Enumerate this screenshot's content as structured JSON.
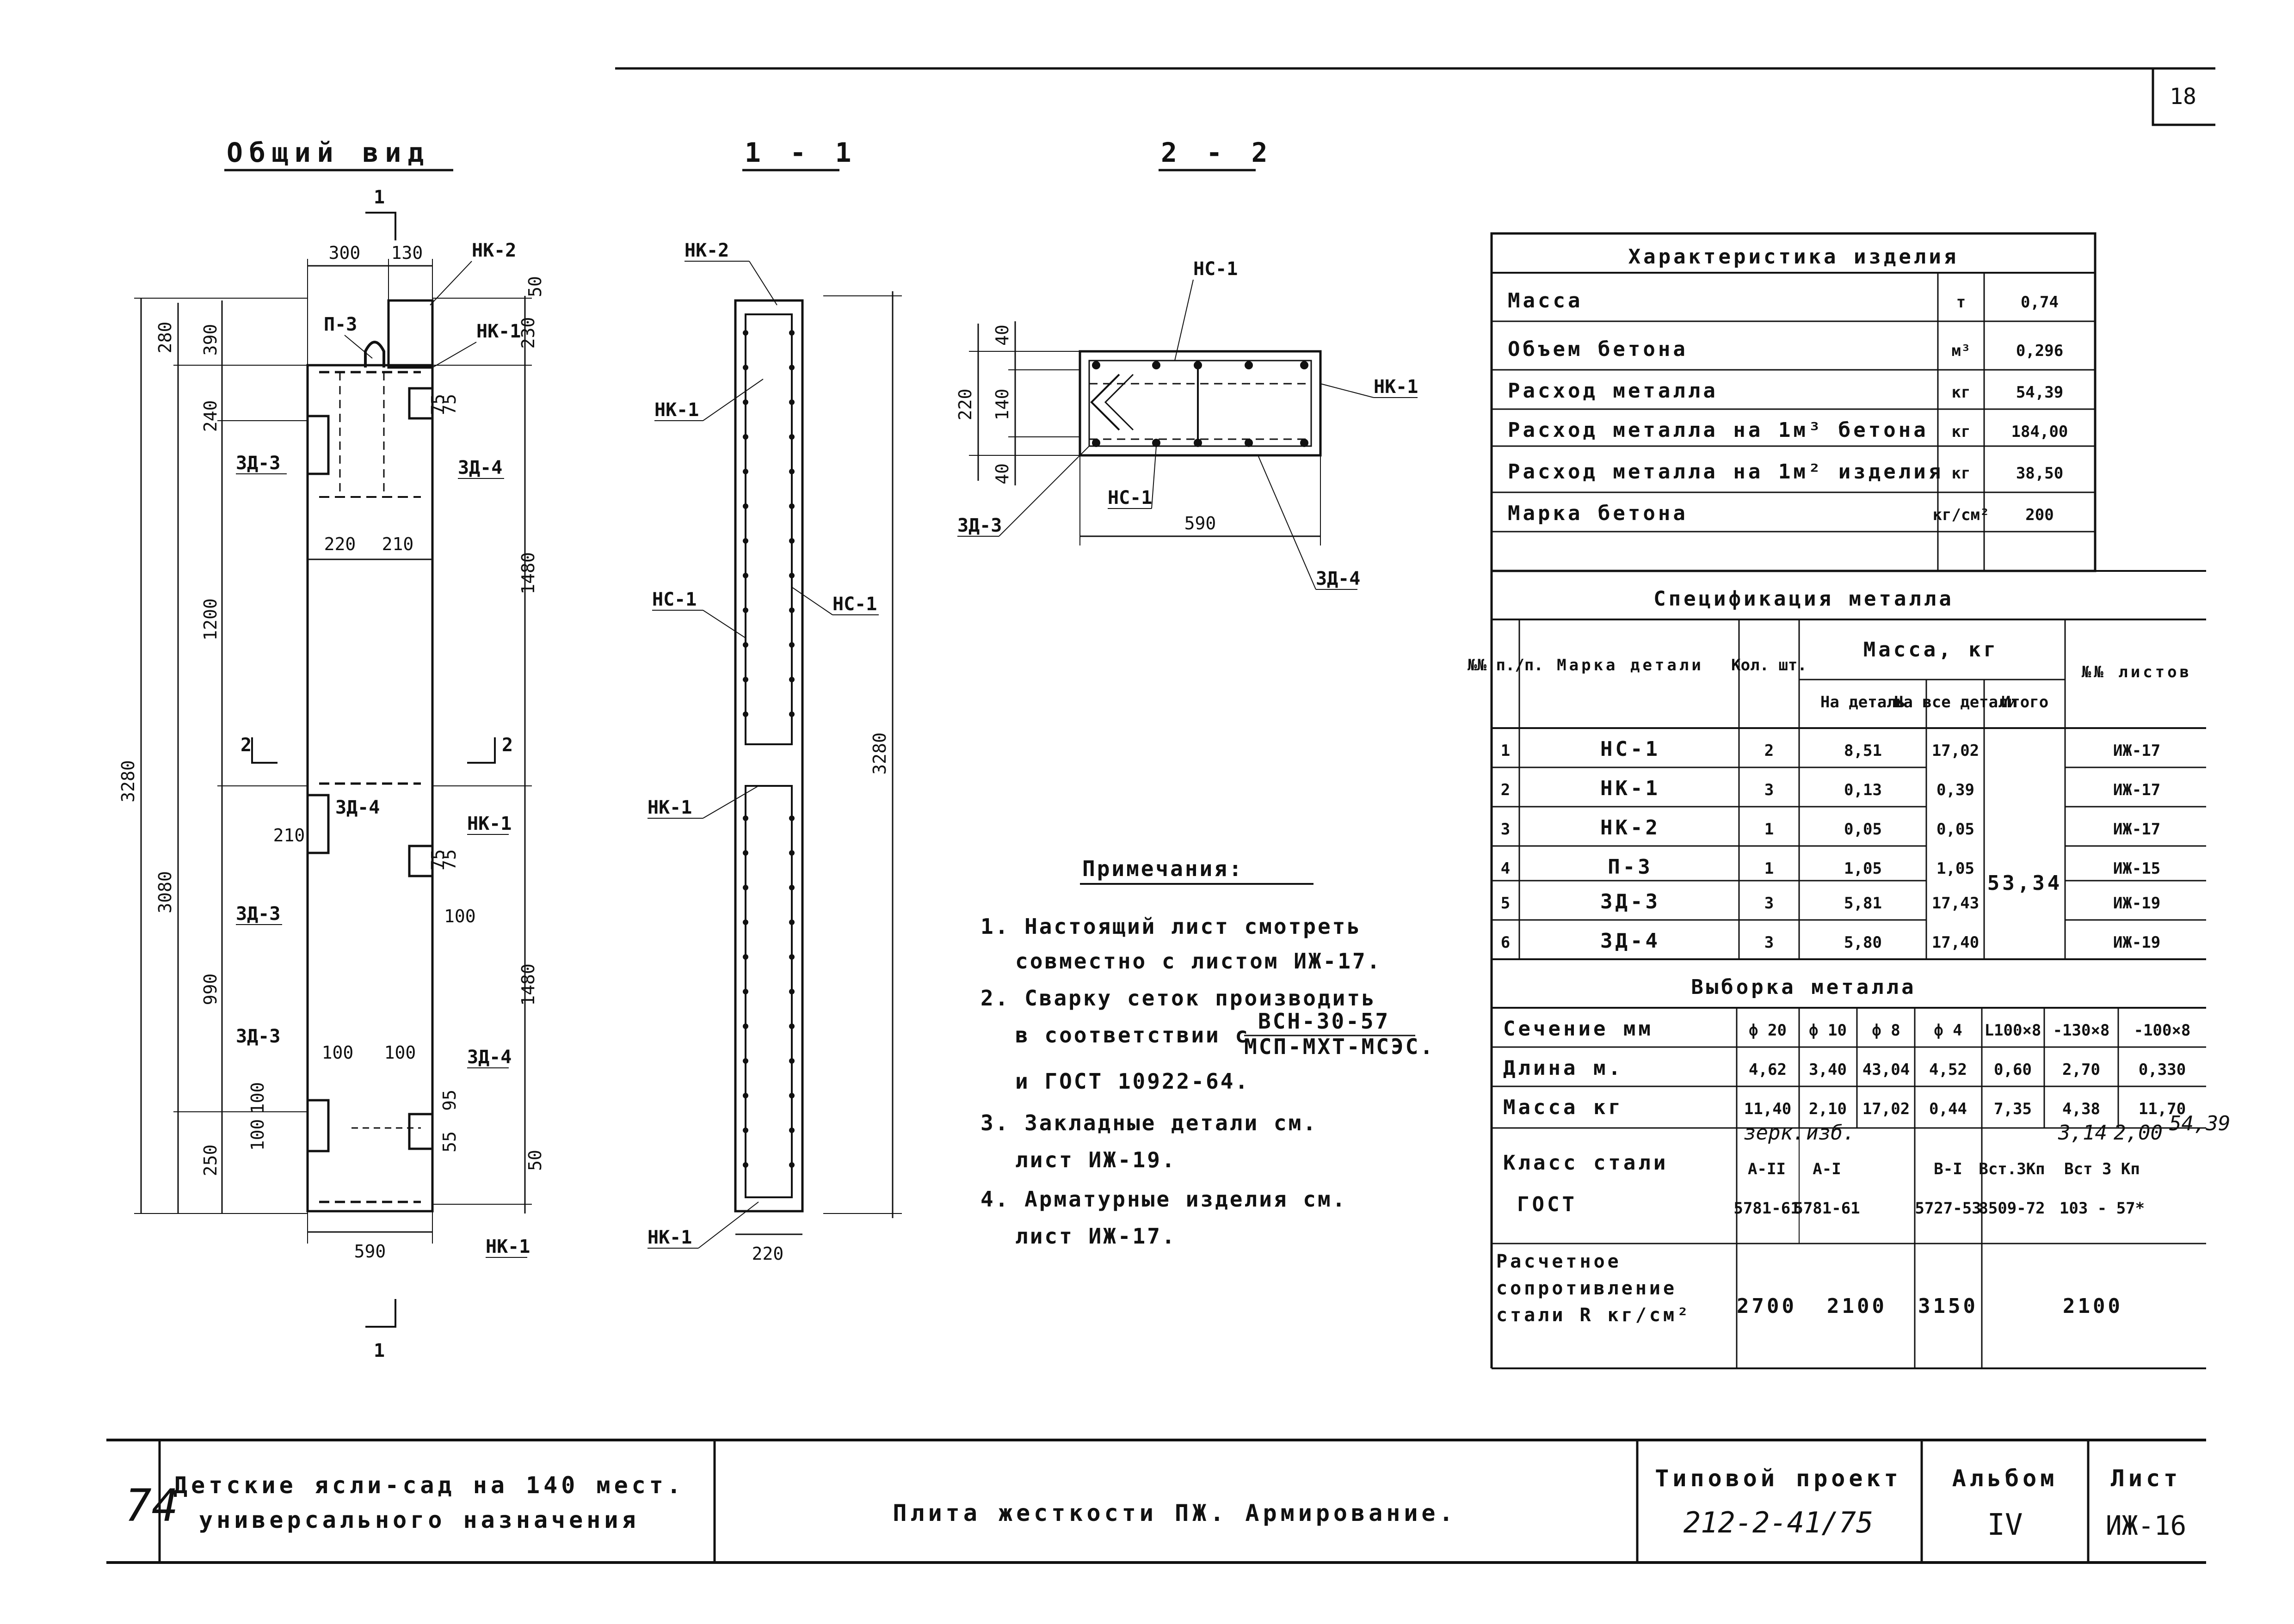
{
  "sheet_number": "18",
  "views": {
    "general_title": "Общий вид",
    "section_1_title": "1 - 1",
    "section_2_title": "2 - 2",
    "cut_mark": "1",
    "cut_mark_2": "2"
  },
  "general_view": {
    "dims_top": [
      "300",
      "130"
    ],
    "dims_left": [
      "280",
      "390",
      "240",
      "1200",
      "990",
      "250",
      "100",
      "100"
    ],
    "dims_right": [
      "50",
      "230",
      "75",
      "75",
      "75",
      "75",
      "100",
      "95",
      "55",
      "50"
    ],
    "dims_inner": [
      "220",
      "210",
      "210",
      "100",
      "100"
    ],
    "dims_tall": [
      "3280",
      "3080",
      "1480",
      "1480"
    ],
    "dim_bottom": "590",
    "labels": [
      "П-3",
      "НК-2",
      "НК-1",
      "ЗД-3",
      "ЗД-4",
      "ЗД-4",
      "НК-1",
      "ЗД-3",
      "ЗД-3",
      "ЗД-4",
      "НК-1"
    ]
  },
  "section_1": {
    "labels": [
      "НК-2",
      "НК-1",
      "НС-1",
      "НС-1",
      "НК-1",
      "НК-1"
    ],
    "dim_height": "3280",
    "dim_bottom": "220"
  },
  "section_2": {
    "labels": [
      "НС-1",
      "НК-1",
      "НС-1",
      "ЗД-3",
      "ЗД-4"
    ],
    "dims": [
      "40",
      "140",
      "220",
      "40"
    ],
    "dim_width": "590"
  },
  "characteristics": {
    "title": "Характеристика изделия",
    "rows": [
      {
        "name": "Масса",
        "unit": "т",
        "value": "0,74"
      },
      {
        "name": "Объем бетона",
        "unit": "м³",
        "value": "0,296"
      },
      {
        "name": "Расход металла",
        "unit": "кг",
        "value": "54,39"
      },
      {
        "name": "Расход металла на 1м³ бетона",
        "unit": "кг",
        "value": "184,00"
      },
      {
        "name": "Расход металла на 1м² изделия",
        "unit": "кг",
        "value": "38,50"
      },
      {
        "name": "Марка бетона",
        "unit": "кг/см²",
        "value": "200"
      }
    ]
  },
  "specification": {
    "title": "Спецификация металла",
    "headers": {
      "num": "№№ п./п.",
      "mark": "Марка детали",
      "qty": "Кол. шт.",
      "mass": "Масса, кг",
      "per_part": "На деталь",
      "all_parts": "На все детали",
      "total": "Итого",
      "sheets": "№№ листов"
    },
    "rows": [
      {
        "n": "1",
        "mark": "НС-1",
        "qty": "2",
        "per": "8,51",
        "all": "17,02",
        "sheet": "ИЖ-17"
      },
      {
        "n": "2",
        "mark": "НК-1",
        "qty": "3",
        "per": "0,13",
        "all": "0,39",
        "sheet": "ИЖ-17"
      },
      {
        "n": "3",
        "mark": "НК-2",
        "qty": "1",
        "per": "0,05",
        "all": "0,05",
        "sheet": "ИЖ-17"
      },
      {
        "n": "4",
        "mark": "П-3",
        "qty": "1",
        "per": "1,05",
        "all": "1,05",
        "sheet": "ИЖ-15"
      },
      {
        "n": "5",
        "mark": "ЗД-3",
        "qty": "3",
        "per": "5,81",
        "all": "17,43",
        "sheet": "ИЖ-19"
      },
      {
        "n": "6",
        "mark": "ЗД-4",
        "qty": "3",
        "per": "5,80",
        "all": "17,40",
        "sheet": "ИЖ-19"
      }
    ],
    "total": "53,34"
  },
  "sampling": {
    "title": "Выборка металла",
    "section_label": "Сечение мм",
    "length_label": "Длина м.",
    "mass_label": "Масса кг",
    "sections": [
      "ф 20",
      "ф 10",
      "ф 8",
      "ф 4",
      "L100×8",
      "-130×8",
      "-100×8"
    ],
    "lengths": [
      "4,62",
      "3,40",
      "43,04",
      "4,52",
      "0,60",
      "2,70",
      "0,330"
    ],
    "masses": [
      "11,40",
      "2,10",
      "17,02",
      "0,44",
      "7,35",
      "4,38",
      "11,70"
    ],
    "steel_class_label": "Класс стали",
    "gost_label": "ГОСТ",
    "steel_classes": [
      "А-II",
      "А-I",
      "В-I",
      "Вст.3Кп",
      "Вст 3 Кп"
    ],
    "gosts": [
      "5781-61",
      "5781-61",
      "5727-53",
      "8509-72",
      "103 - 57*"
    ],
    "resistance_label": "Расчетное сопротивление стали R кг/см²",
    "resistances": [
      "2700",
      "2100",
      "3150",
      "2100"
    ],
    "handwritten_total": "54,39",
    "handwritten_notes": [
      "зерк.",
      "изб.",
      "3,14",
      "2,00"
    ]
  },
  "notes": {
    "title": "Примечания:",
    "lines": [
      "1. Настоящий лист смотреть",
      "совместно с листом ИЖ-17.",
      "2. Сварку сеток производить",
      "в соответствии с",
      "ВСН-30-57",
      "МСП-МХТ-МСЭС.",
      "и ГОСТ 10922-64.",
      "3. Закладные детали см.",
      "лист ИЖ-19.",
      "4. Арматурные изделия см.",
      "лист ИЖ-17."
    ]
  },
  "title_block": {
    "page_num": "74",
    "project_line1": "Детские ясли-сад на 140 мест.",
    "project_line2": "универсального назначения",
    "drawing_name": "Плита жесткости ПЖ. Армирование.",
    "typical_project_label": "Типовой проект",
    "typical_project_number": "212-2-41/75",
    "album_label": "Альбом",
    "album_number": "IV",
    "sheet_label": "Лист",
    "sheet_value": "ИЖ-16"
  }
}
